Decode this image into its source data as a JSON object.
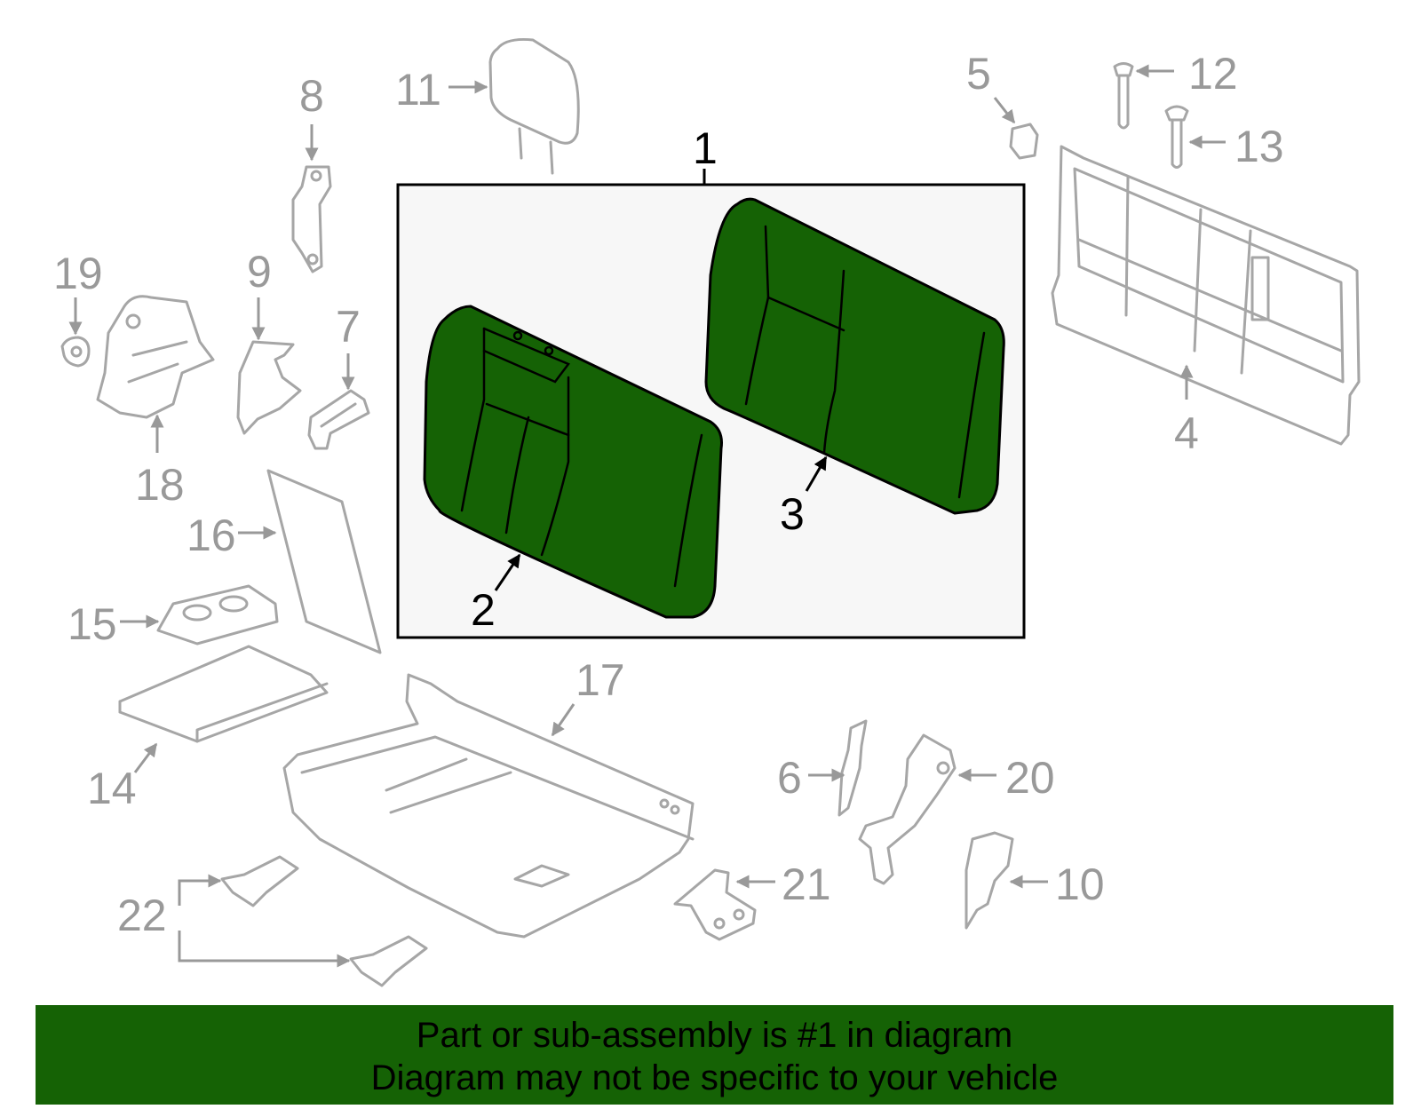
{
  "callouts": {
    "c1": "1",
    "c2": "2",
    "c3": "3",
    "c4": "4",
    "c5": "5",
    "c6": "6",
    "c7": "7",
    "c8": "8",
    "c9": "9",
    "c10": "10",
    "c11": "11",
    "c12": "12",
    "c13": "13",
    "c14": "14",
    "c15": "15",
    "c16": "16",
    "c17": "17",
    "c18": "18",
    "c19": "19",
    "c20": "20",
    "c21": "21",
    "c22": "22"
  },
  "highlighted_part": "1",
  "colors": {
    "highlight": "#156205",
    "inactive_part": "#a6a6a6",
    "callout_text": "#999999",
    "banner_bg": "#156205"
  },
  "banner": {
    "line1": "Part or sub-assembly is #1 in diagram",
    "line2": "Diagram may not be specific to your vehicle"
  }
}
